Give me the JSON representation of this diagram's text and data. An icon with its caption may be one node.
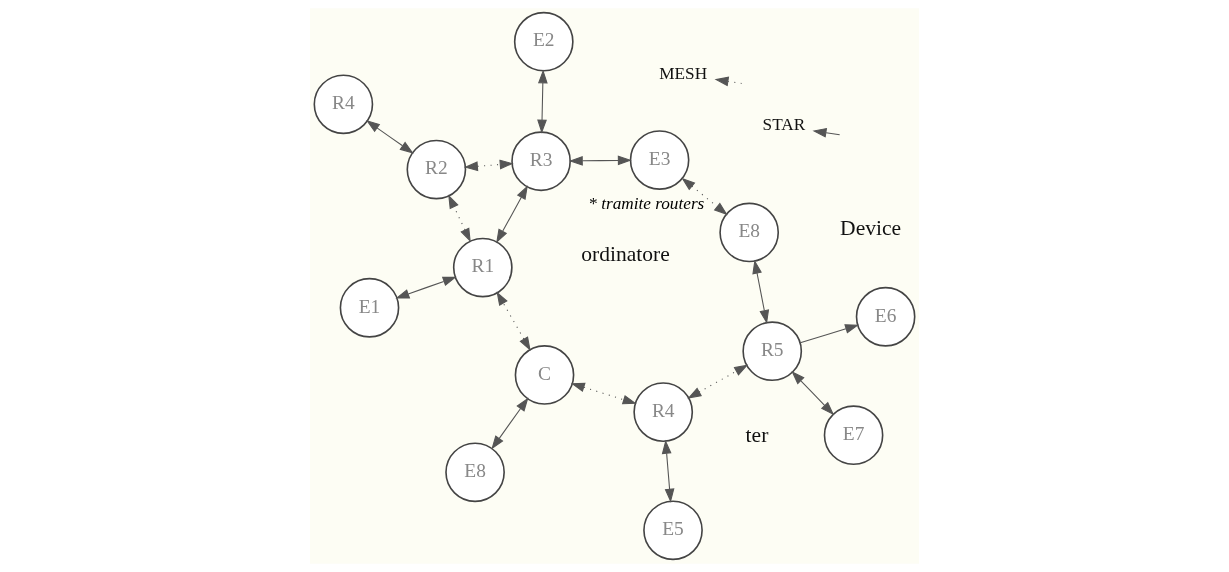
{
  "diagram": {
    "nodes": [
      {
        "text": [
          "E1"
        ]
      },
      {
        "text": [
          "E8"
        ]
      },
      {
        "text": [
          "E5"
        ]
      },
      {
        "text": [
          "R1"
        ]
      },
      {
        "text": [
          "R2"
        ]
      },
      {
        "text": [
          "R4"
        ]
      },
      {
        "text": [
          "C"
        ]
      },
      {
        "text": [
          "E7"
        ]
      },
      {
        "text": [
          "R4"
        ]
      },
      {
        "text": [
          "R5"
        ]
      },
      {
        "text": [
          "R3"
        ]
      },
      {
        "text": [
          "E2"
        ]
      },
      {
        "text": [
          "E3"
        ]
      },
      {
        "text": [
          "E6"
        ]
      },
      {
        "text": [
          "E8"
        ]
      }
    ],
    "edges": [
      {
        "from": 0,
        "to": 3,
        "arrow": "both"
      },
      {
        "from": 1,
        "to": 6,
        "arrow": "both"
      },
      {
        "from": 6,
        "to": 3,
        "arrow": "both",
        "style": "dashed"
      },
      {
        "from": 3,
        "to": 4,
        "arrow": "both",
        "style": "dashed"
      },
      {
        "from": 4,
        "to": 5,
        "arrow": "both"
      },
      {
        "from": 2,
        "to": 8,
        "arrow": "both"
      },
      {
        "from": 6,
        "to": 8,
        "arrow": "both",
        "style": "dashed"
      },
      {
        "from": 3,
        "to": 10,
        "arrow": "both"
      },
      {
        "from": 4,
        "to": 10,
        "arrow": "both",
        "style": "dashed"
      },
      {
        "from": 7,
        "to": 9,
        "arrow": "both"
      },
      {
        "from": 8,
        "to": 9,
        "arrow": "both",
        "style": "dashed"
      },
      {
        "from": 10,
        "to": 12,
        "arrow": "both"
      },
      {
        "from": 10,
        "to": 11,
        "arrow": "both"
      },
      {
        "from": 9,
        "to": 13,
        "arrow": "to"
      },
      {
        "from": 9,
        "to": 14,
        "arrow": "both"
      },
      {
        "from": 12,
        "to": 14,
        "arrow": "both",
        "style": "dashed",
        "label": "* tramite routers"
      }
    ],
    "labels": [
      "ordinatore",
      "ter",
      "Device"
    ],
    "legend": [
      {
        "text": "STAR"
      },
      {
        "text": "MESH"
      }
    ]
  }
}
